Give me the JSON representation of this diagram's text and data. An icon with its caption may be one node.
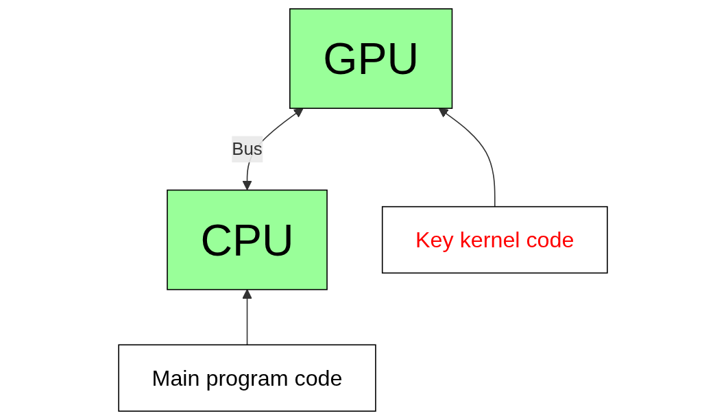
{
  "diagram": {
    "nodes": [
      {
        "text": [
          "CPU"
        ]
      },
      {
        "text": [
          "GPU"
        ]
      },
      {
        "text": [
          "Main program code"
        ]
      },
      {
        "text": [
          "Key kernel code"
        ]
      }
    ],
    "edges": [
      {
        "from": 0,
        "to": 1,
        "arrow": "both",
        "label": "Bus"
      },
      {
        "from": 2,
        "to": 0,
        "arrow": "to"
      },
      {
        "from": 3,
        "to": 1,
        "arrow": "to"
      }
    ]
  }
}
